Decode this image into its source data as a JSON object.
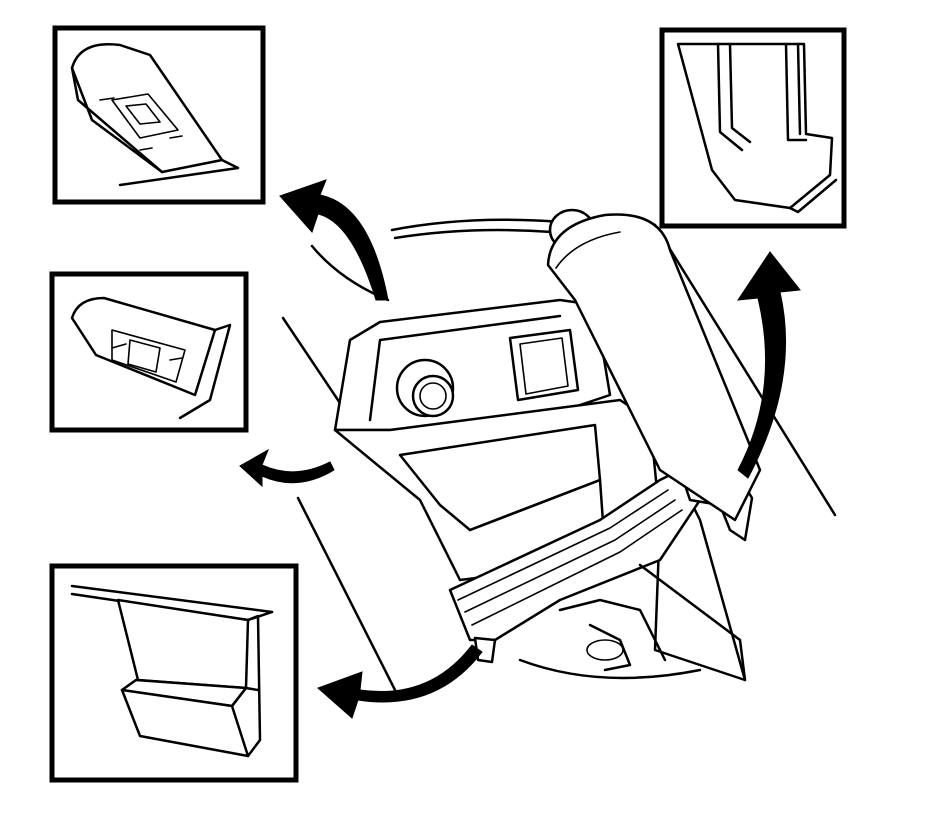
{
  "figure": {
    "caption": "",
    "callouts": [
      {
        "id": "top-left",
        "icon": "clip-retainer-detail"
      },
      {
        "id": "middle-left",
        "icon": "clip-retainer-detail"
      },
      {
        "id": "bottom-left",
        "icon": "tab-detail"
      },
      {
        "id": "top-right",
        "icon": "bezel-edge-detail"
      }
    ],
    "colors": {
      "line": "#000000",
      "background": "#ffffff"
    }
  }
}
